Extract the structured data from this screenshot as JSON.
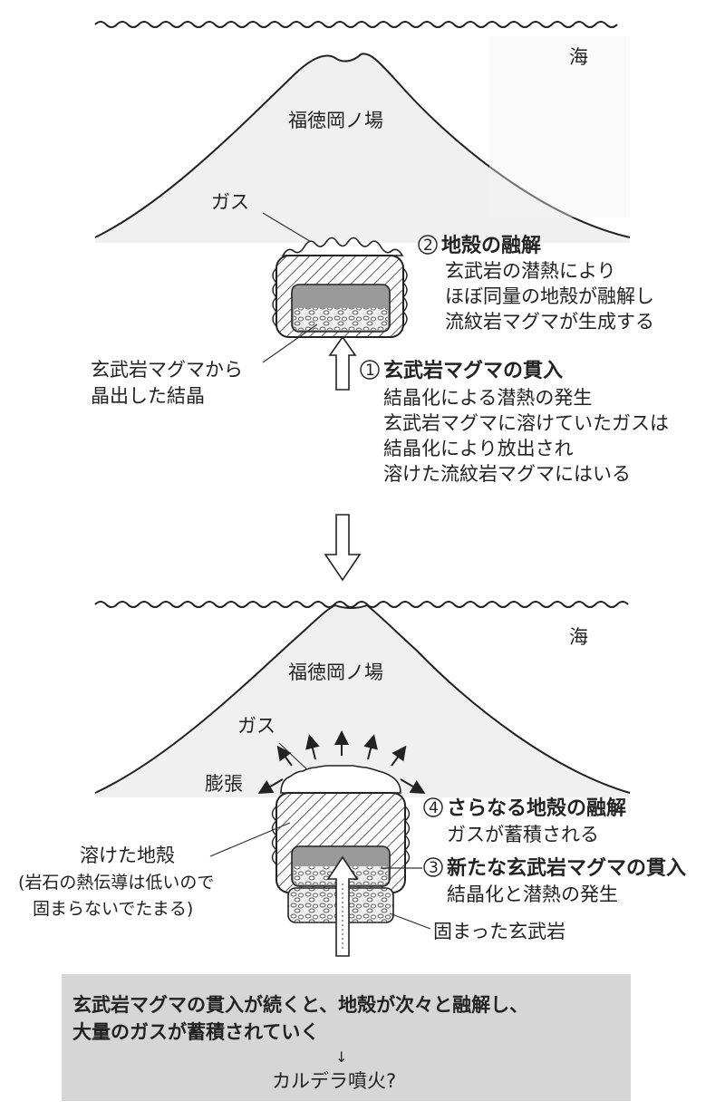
{
  "panel1": {
    "sea": "海",
    "volcano": "福徳岡ノ場",
    "gas": "ガス",
    "step2_num": "2",
    "step2_title": "地殻の融解",
    "step2_lines": [
      "玄武岩の潜熱により",
      "ほぼ同量の地殻が融解し",
      "流紋岩マグマが生成する"
    ],
    "crystals_lines": [
      "玄武岩マグマから",
      "晶出した結晶"
    ],
    "step1_num": "1",
    "step1_title": "玄武岩マグマの貫入",
    "step1_lines": [
      "結晶化による潜熱の発生",
      "玄武岩マグマに溶けていたガスは",
      "結晶化により放出され",
      "溶けた流紋岩マグマにはいる"
    ]
  },
  "panel2": {
    "sea": "海",
    "volcano": "福徳岡ノ場",
    "gas": "ガス",
    "expansion": "膨張",
    "step4_num": "4",
    "step4_title": "さらなる地殻の融解",
    "step4_lines": [
      "ガスが蓄積される"
    ],
    "step3_num": "3",
    "step3_title": "新たな玄武岩マグマの貫入",
    "step3_lines": [
      "結晶化と潜熱の発生"
    ],
    "melted_lines": [
      "溶けた地殻",
      "(岩石の熱伝導は低いので",
      "固まらないでたまる)"
    ],
    "solid_basalt": "固まった玄武岩"
  },
  "summary": {
    "line1": "玄武岩マグマの貫入が続くと、地殻が次々と融解し、",
    "line2": "大量のガスが蓄積されていく",
    "arrow": "↓",
    "conclusion": "カルデラ噴火?"
  }
}
